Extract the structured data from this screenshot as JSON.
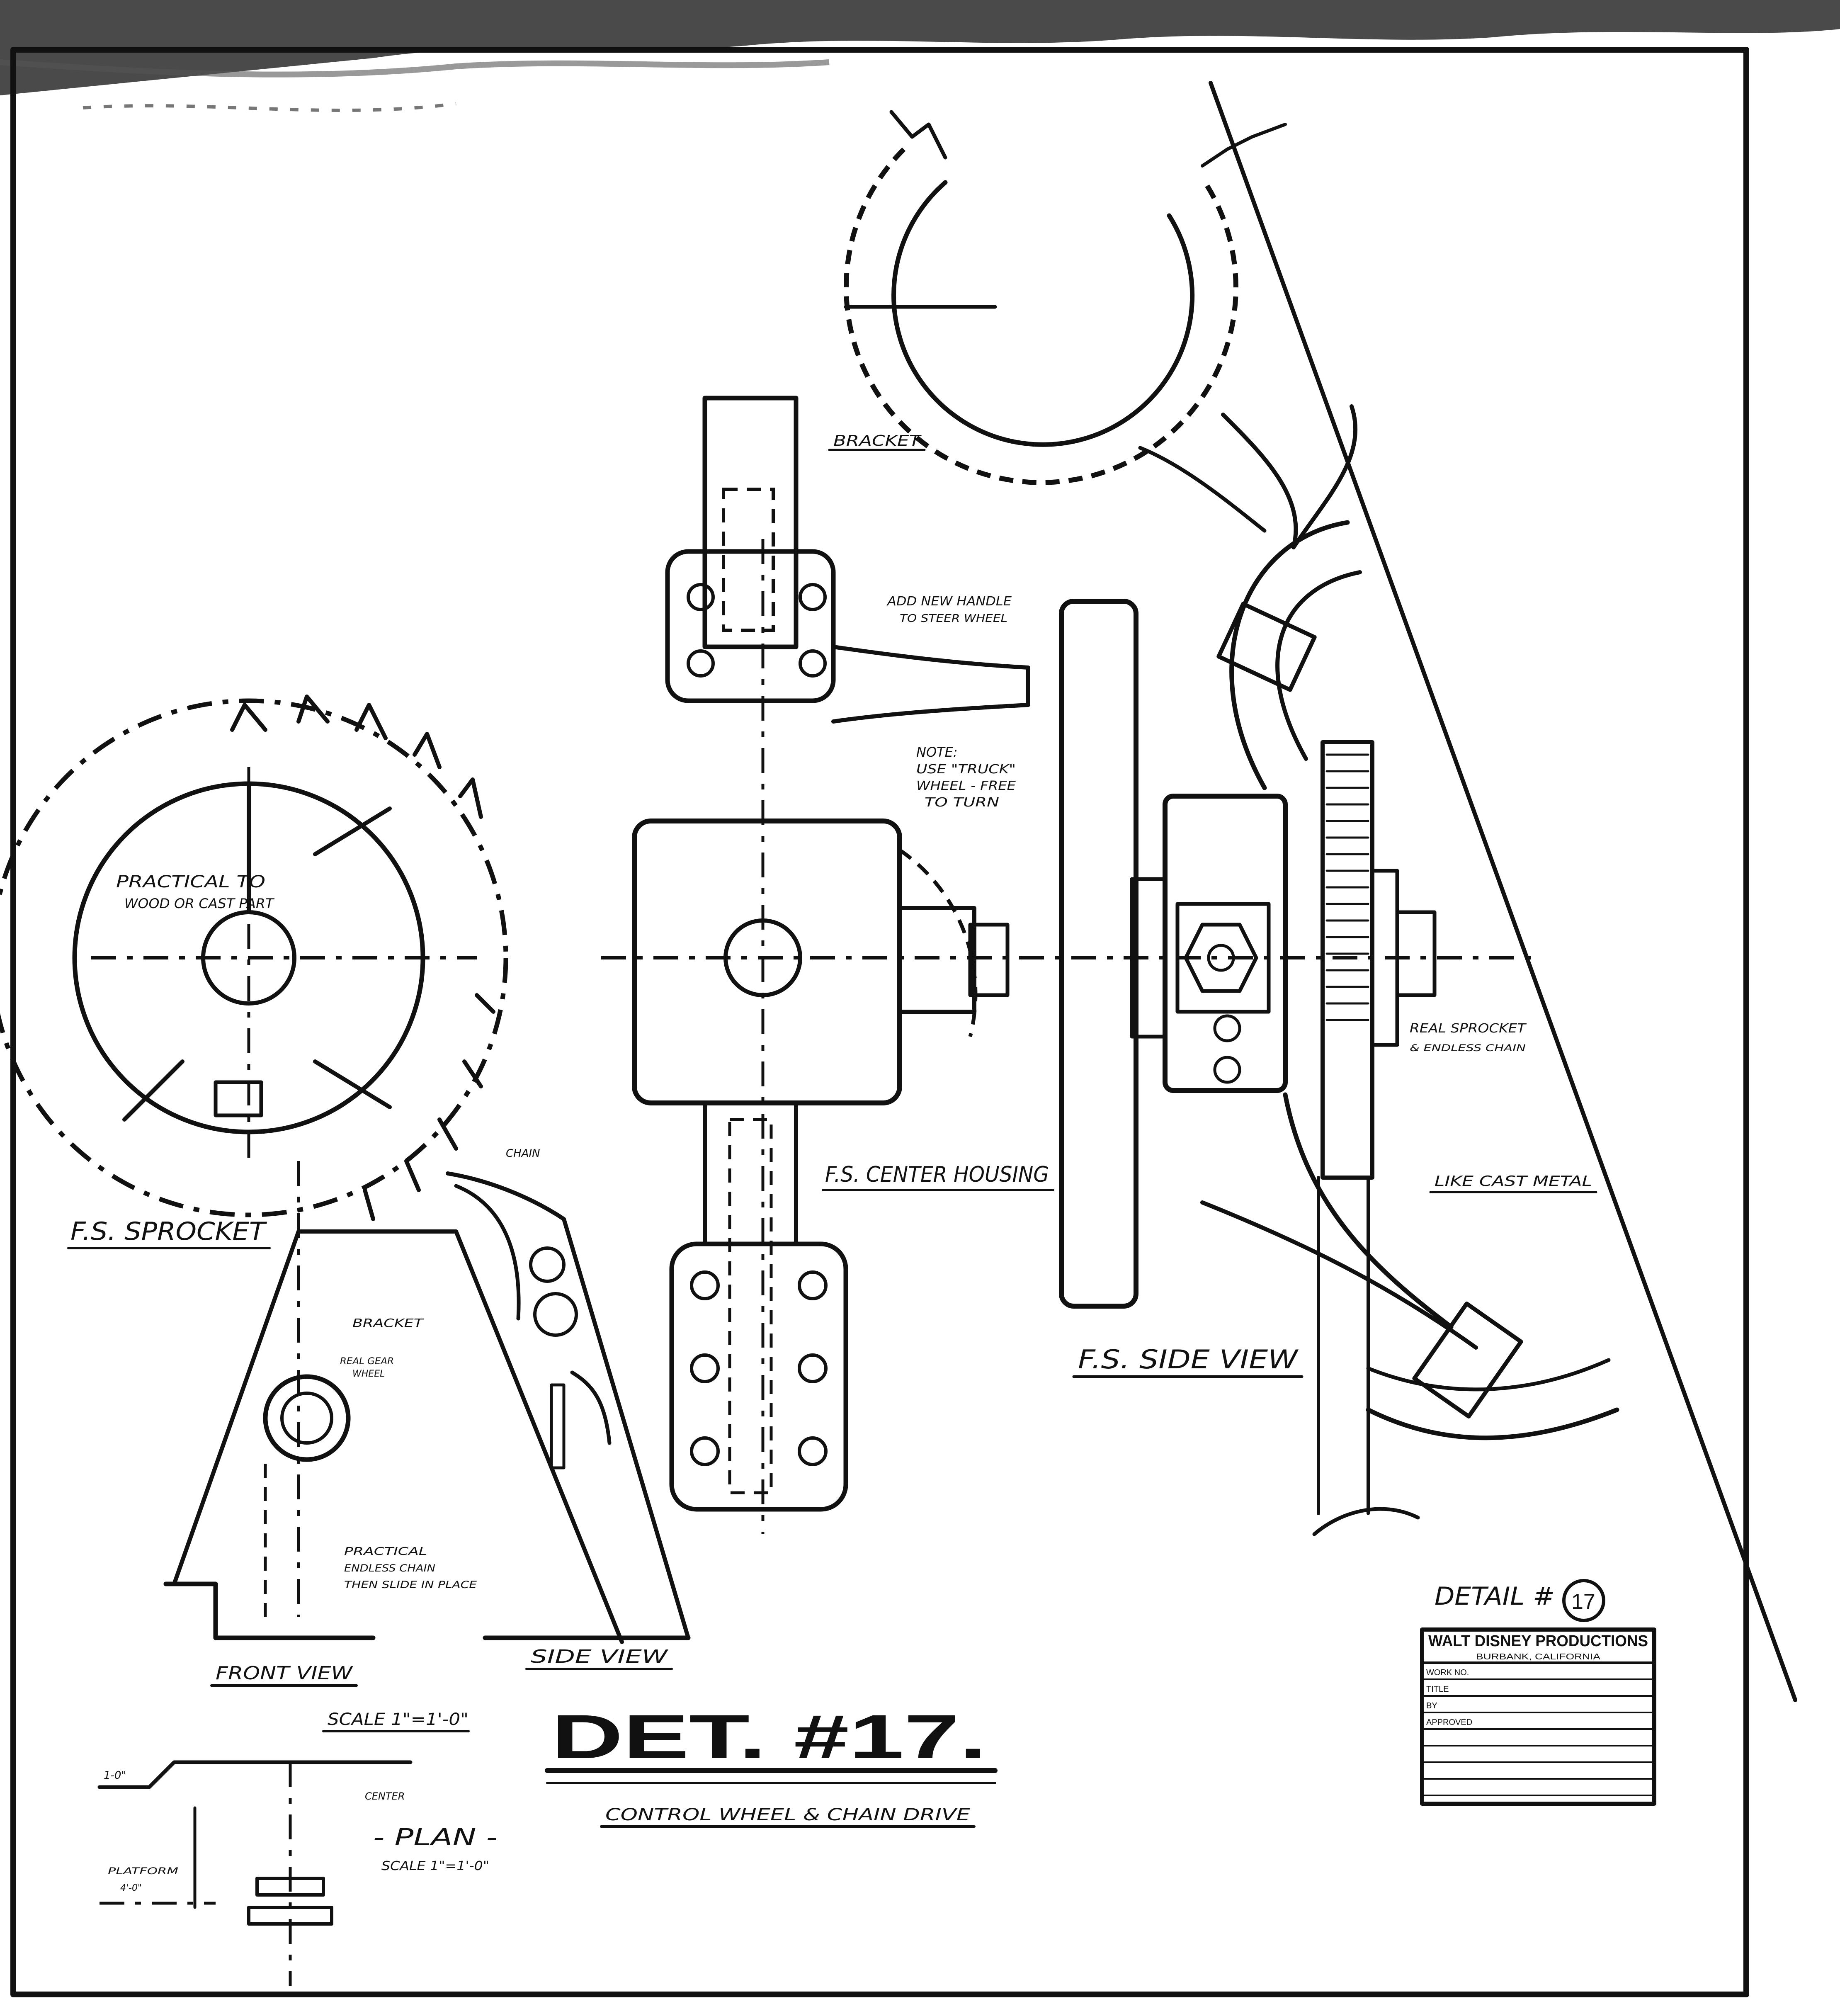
{
  "drawing": {
    "title": "DET. #17.",
    "subtitle": "CONTROL WHEEL & CHAIN DRIVE",
    "detail_tag": "DETAIL #",
    "detail_number": "17"
  },
  "views": {
    "fs_sprocket": "F.S. SPROCKET",
    "fs_center_housing": "F.S. CENTER HOUSING",
    "fs_side_view": "F.S. SIDE VIEW",
    "front_view": "FRONT VIEW",
    "side_view": "SIDE VIEW",
    "plan": "- PLAN -",
    "scale_main": "SCALE 1\"=1'-0\"",
    "scale_plan": "SCALE 1\"=1'-0\""
  },
  "notes": {
    "bracket": "BRACKET",
    "practical_to": "PRACTICAL TO",
    "wood_cast_part": "WOOD OR CAST PART",
    "add_new_handle_1": "ADD NEW HANDLE",
    "add_new_handle_2": "TO STEER WHEEL",
    "note_1": "NOTE:",
    "note_2": "USE \"TRUCK\"",
    "note_3": "WHEEL - FREE",
    "note_4": "TO TURN",
    "real_sprocket_1": "REAL SPROCKET",
    "real_sprocket_2": "& ENDLESS CHAIN",
    "like_cast_metal": "LIKE CAST METAL",
    "chain": "CHAIN",
    "bracket_small": "BRACKET",
    "real_gear_1": "REAL GEAR",
    "real_gear_2": "WHEEL",
    "practical_1": "PRACTICAL",
    "practical_2": "ENDLESS CHAIN",
    "practical_3": "THEN SLIDE IN PLACE",
    "plan_left_1": "1-0\"",
    "plan_left_2": "PLATFORM",
    "plan_left_3": "4'-0\"",
    "plan_center": "CENTER"
  },
  "title_block": {
    "company": "WALT DISNEY PRODUCTIONS",
    "location": "BURBANK, CALIFORNIA",
    "rows": [
      "WORK NO.",
      "TITLE",
      "BY",
      "APPROVED",
      "",
      "",
      "",
      "",
      ""
    ]
  },
  "colors": {
    "ink": "#111111",
    "paper": "#ffffff"
  }
}
